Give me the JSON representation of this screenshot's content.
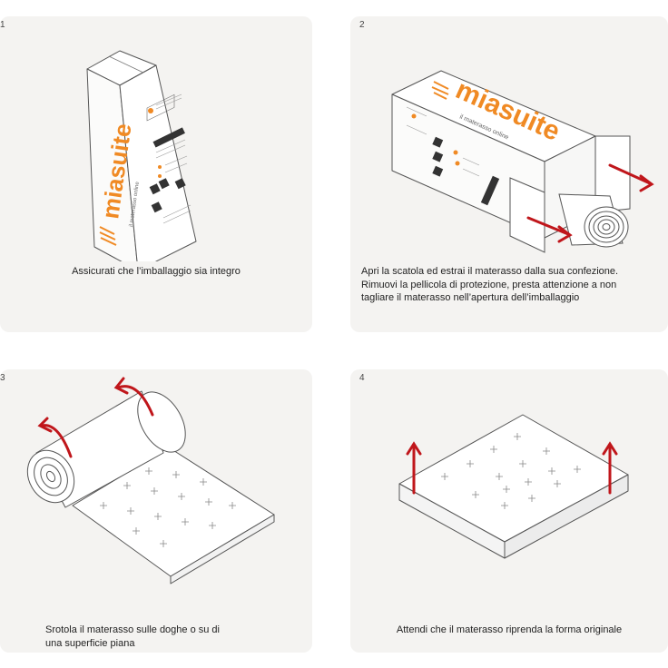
{
  "colors": {
    "panel_bg": "#f4f3f1",
    "line": "#555555",
    "arrow": "#c0161b",
    "brand_orange": "#f08a24"
  },
  "brand": {
    "name": "miasuite",
    "tagline": "il materasso online"
  },
  "steps": [
    {
      "number": "1",
      "caption_lines": [
        "Assicurati che l’imballaggio sia integro"
      ]
    },
    {
      "number": "2",
      "caption_lines": [
        "Apri la scatola ed estrai il materasso dalla sua confezione.",
        "Rimuovi la pellicola di protezione, presta attenzione a non",
        "tagliare il materasso nell’apertura dell’imballaggio"
      ]
    },
    {
      "number": "3",
      "caption_lines": [
        "Srotola il materasso sulle doghe o su di",
        "una superficie piana"
      ]
    },
    {
      "number": "4",
      "caption_lines": [
        "Attendi che il materasso riprenda la forma originale"
      ]
    }
  ]
}
